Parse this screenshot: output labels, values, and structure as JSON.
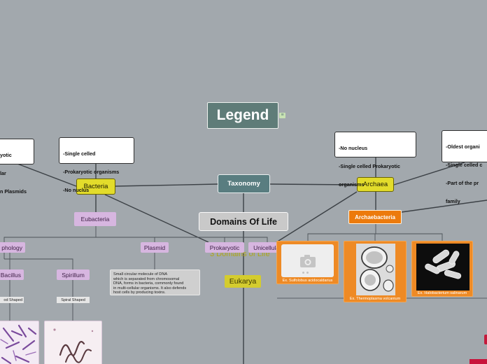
{
  "legend": {
    "title": "Legend",
    "note_icon": "note-icon"
  },
  "root": {
    "taxonomy": "Taxonomy",
    "domains": "Domains Of Life"
  },
  "domains": {
    "bacteria": "Bacteria",
    "archaea": "Archaea",
    "eukarya": "Eukarya"
  },
  "bacteria_branch": {
    "eubacteria": "Eubacteria",
    "morphology": "phology",
    "plasmid": "Plasmid",
    "bacillus": "Bacillus",
    "spirillum": "Spirillum",
    "rod_shaped": "od Shaped",
    "spiral_shaped": "Spiral Shaped",
    "plasmid_description": [
      "Small circular molecule of DNA",
      "which is separated from chromosomal",
      "DNA, forms in bacteria, commonly found",
      "in multi-cellular organisms. It also defends",
      "host cells by producing toxins."
    ]
  },
  "descriptors": {
    "prokaryotic": "Prokaryotic",
    "unicellular": "Unicellular",
    "three_domains_faded": "3 Domains of Life"
  },
  "callouts": {
    "left": [
      "yotic",
      "lar",
      "n Plasmids"
    ],
    "bacteria": [
      "-Single celled",
      "-Prokaryotic organisms",
      "-No nuclus"
    ],
    "archaea": [
      "-No nucleus",
      "-Single celled Prokaryotic",
      "organisms"
    ],
    "right": [
      "-Oldest organi",
      "-Single celled c",
      "-Part of the pr",
      "family"
    ]
  },
  "archaea_branch": {
    "archaebacteria": "Archaebacteria",
    "examples": [
      {
        "caption": "Ex. Sulfolobus acidocaldarius",
        "image": "camera-placeholder-icon"
      },
      {
        "caption": "Ex. Thermoplasma volcanium",
        "image": "thermoplasma-micrograph"
      },
      {
        "caption": "Ex. Halobacterium salinarum",
        "image": "halobacterium-micrograph"
      }
    ]
  },
  "colors": {
    "background": "#a2a8ad",
    "legend": "#5f7c78",
    "taxonomy": "#597d80",
    "domain_yellow": "#e3dc2b",
    "lilac": "#d7b6e0",
    "archaebacteria_orange": "#ec7a0c",
    "card_orange": "#ee8a25"
  }
}
